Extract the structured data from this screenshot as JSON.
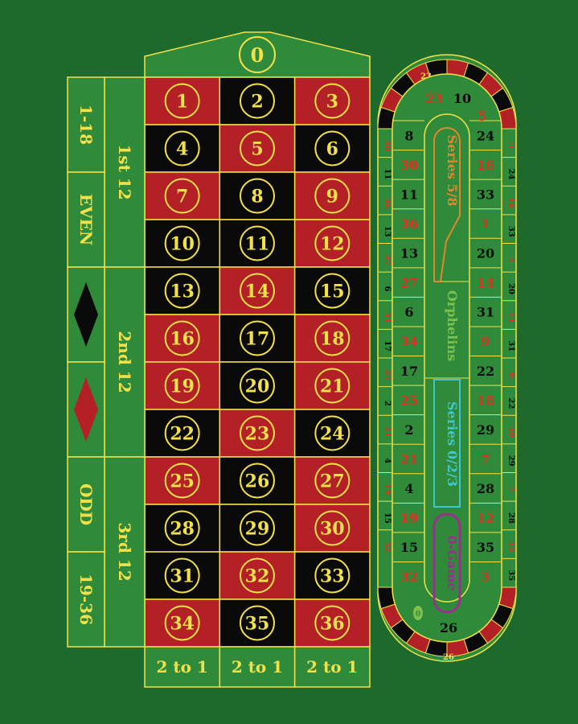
{
  "colors": {
    "felt": "#1d6a2c",
    "table_green": "#2f8b39",
    "red": "#b32025",
    "black": "#0a0a0a",
    "line": "#f2e14b",
    "number_text": "#f2e14b",
    "pocket_red_text": "#e03020",
    "pocket_black_text": "#0a0a0a",
    "series58": "#e0862f",
    "orphelins": "#7ec050",
    "series023": "#3ec7cf",
    "zero_game": "#9b2f8f"
  },
  "zero": {
    "label": "0"
  },
  "numbers": [
    {
      "n": "1",
      "c": "red"
    },
    {
      "n": "2",
      "c": "black"
    },
    {
      "n": "3",
      "c": "red"
    },
    {
      "n": "4",
      "c": "black"
    },
    {
      "n": "5",
      "c": "red"
    },
    {
      "n": "6",
      "c": "black"
    },
    {
      "n": "7",
      "c": "red"
    },
    {
      "n": "8",
      "c": "black"
    },
    {
      "n": "9",
      "c": "red"
    },
    {
      "n": "10",
      "c": "black"
    },
    {
      "n": "11",
      "c": "black"
    },
    {
      "n": "12",
      "c": "red"
    },
    {
      "n": "13",
      "c": "black"
    },
    {
      "n": "14",
      "c": "red"
    },
    {
      "n": "15",
      "c": "black"
    },
    {
      "n": "16",
      "c": "red"
    },
    {
      "n": "17",
      "c": "black"
    },
    {
      "n": "18",
      "c": "red"
    },
    {
      "n": "19",
      "c": "red"
    },
    {
      "n": "20",
      "c": "black"
    },
    {
      "n": "21",
      "c": "red"
    },
    {
      "n": "22",
      "c": "black"
    },
    {
      "n": "23",
      "c": "red"
    },
    {
      "n": "24",
      "c": "black"
    },
    {
      "n": "25",
      "c": "red"
    },
    {
      "n": "26",
      "c": "black"
    },
    {
      "n": "27",
      "c": "red"
    },
    {
      "n": "28",
      "c": "black"
    },
    {
      "n": "29",
      "c": "black"
    },
    {
      "n": "30",
      "c": "red"
    },
    {
      "n": "31",
      "c": "black"
    },
    {
      "n": "32",
      "c": "red"
    },
    {
      "n": "33",
      "c": "black"
    },
    {
      "n": "34",
      "c": "red"
    },
    {
      "n": "35",
      "c": "black"
    },
    {
      "n": "36",
      "c": "red"
    }
  ],
  "columns": {
    "labels": [
      "2 to 1",
      "2 to 1",
      "2 to 1"
    ]
  },
  "dozens": {
    "labels": [
      "1st 12",
      "2nd 12",
      "3rd 12"
    ]
  },
  "outside": {
    "labels": [
      "1-18",
      "EVEN",
      "",
      "",
      "ODD",
      "19-36"
    ],
    "diamonds": [
      "black",
      "red"
    ]
  },
  "racetrack": {
    "sections": [
      "Series 5/8",
      "Orphelins",
      "Series 0/2/3",
      "0-Game"
    ],
    "inner_top": [
      {
        "n": "23",
        "c": "red"
      },
      {
        "n": "10",
        "c": "black"
      },
      {
        "n": "5",
        "c": "red"
      }
    ],
    "inner_left": [
      {
        "n": "8",
        "c": "black"
      },
      {
        "n": "30",
        "c": "red"
      },
      {
        "n": "11",
        "c": "black"
      },
      {
        "n": "36",
        "c": "red"
      },
      {
        "n": "13",
        "c": "black"
      },
      {
        "n": "27",
        "c": "red"
      },
      {
        "n": "6",
        "c": "black"
      },
      {
        "n": "34",
        "c": "red"
      },
      {
        "n": "17",
        "c": "black"
      },
      {
        "n": "25",
        "c": "red"
      },
      {
        "n": "2",
        "c": "black"
      },
      {
        "n": "21",
        "c": "red"
      },
      {
        "n": "4",
        "c": "black"
      },
      {
        "n": "19",
        "c": "red"
      },
      {
        "n": "15",
        "c": "black"
      },
      {
        "n": "32",
        "c": "red"
      }
    ],
    "inner_right": [
      {
        "n": "24",
        "c": "black"
      },
      {
        "n": "16",
        "c": "red"
      },
      {
        "n": "33",
        "c": "black"
      },
      {
        "n": "1",
        "c": "red"
      },
      {
        "n": "20",
        "c": "black"
      },
      {
        "n": "14",
        "c": "red"
      },
      {
        "n": "31",
        "c": "black"
      },
      {
        "n": "9",
        "c": "red"
      },
      {
        "n": "22",
        "c": "black"
      },
      {
        "n": "18",
        "c": "red"
      },
      {
        "n": "29",
        "c": "black"
      },
      {
        "n": "7",
        "c": "red"
      },
      {
        "n": "28",
        "c": "black"
      },
      {
        "n": "12",
        "c": "red"
      },
      {
        "n": "35",
        "c": "black"
      },
      {
        "n": "3",
        "c": "red"
      }
    ],
    "inner_bottom": [
      {
        "n": "0",
        "c": "green"
      },
      {
        "n": "26",
        "c": "black"
      }
    ],
    "rim_left": [
      "30",
      "11",
      "36",
      "13",
      "27",
      "6",
      "34",
      "17",
      "25",
      "2",
      "21",
      "4",
      "19",
      "15",
      "32"
    ],
    "rim_right": [
      "5",
      "24",
      "16",
      "33",
      "1",
      "20",
      "14",
      "31",
      "9",
      "22",
      "18",
      "29",
      "7",
      "28",
      "12",
      "35"
    ],
    "rim_top": [
      "23"
    ],
    "rim_bottom": [
      "26"
    ]
  }
}
